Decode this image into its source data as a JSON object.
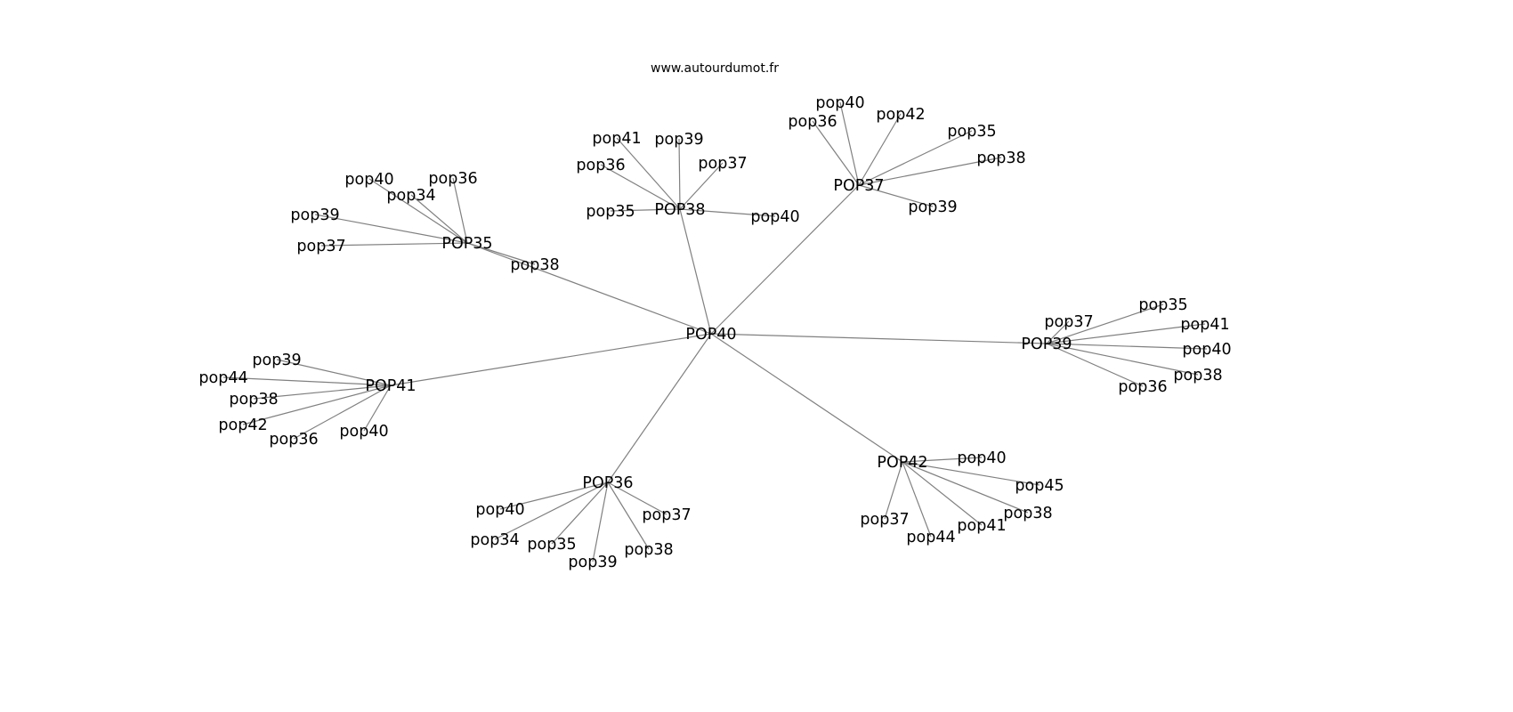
{
  "title": "www.autourdumot.fr",
  "colors": {
    "edge": "#808080",
    "text": "#000000"
  },
  "diagram": {
    "root": "POP40",
    "nodes": [
      "POP40",
      "POP38",
      "pop41",
      "pop39",
      "pop37",
      "pop36",
      "pop35",
      "pop40",
      "POP37",
      "pop40",
      "pop36",
      "pop42",
      "pop35",
      "pop38",
      "pop39",
      "POP35",
      "pop40",
      "pop36",
      "pop34",
      "pop39",
      "pop37",
      "pop38",
      "POP39",
      "pop37",
      "pop35",
      "pop41",
      "pop40",
      "pop38",
      "pop36",
      "POP41",
      "pop39",
      "pop44",
      "pop38",
      "pop42",
      "pop36",
      "pop40",
      "POP36",
      "pop40",
      "pop34",
      "pop35",
      "pop39",
      "pop38",
      "pop37",
      "POP42",
      "pop40",
      "pop45",
      "pop38",
      "pop41",
      "pop44",
      "pop37"
    ],
    "edges": [
      [
        0,
        1
      ],
      [
        0,
        8
      ],
      [
        0,
        15
      ],
      [
        0,
        22
      ],
      [
        0,
        29
      ],
      [
        0,
        36
      ],
      [
        0,
        43
      ],
      [
        1,
        2
      ],
      [
        1,
        3
      ],
      [
        1,
        4
      ],
      [
        1,
        5
      ],
      [
        1,
        6
      ],
      [
        1,
        7
      ],
      [
        8,
        9
      ],
      [
        8,
        10
      ],
      [
        8,
        11
      ],
      [
        8,
        12
      ],
      [
        8,
        13
      ],
      [
        8,
        14
      ],
      [
        15,
        16
      ],
      [
        15,
        17
      ],
      [
        15,
        18
      ],
      [
        15,
        19
      ],
      [
        15,
        20
      ],
      [
        15,
        21
      ],
      [
        22,
        23
      ],
      [
        22,
        24
      ],
      [
        22,
        25
      ],
      [
        22,
        26
      ],
      [
        22,
        27
      ],
      [
        22,
        28
      ],
      [
        29,
        30
      ],
      [
        29,
        31
      ],
      [
        29,
        32
      ],
      [
        29,
        33
      ],
      [
        29,
        34
      ],
      [
        29,
        35
      ],
      [
        36,
        37
      ],
      [
        36,
        38
      ],
      [
        36,
        39
      ],
      [
        36,
        40
      ],
      [
        36,
        41
      ],
      [
        36,
        42
      ],
      [
        43,
        44
      ],
      [
        43,
        45
      ],
      [
        43,
        46
      ],
      [
        43,
        47
      ],
      [
        43,
        48
      ],
      [
        43,
        49
      ]
    ]
  }
}
